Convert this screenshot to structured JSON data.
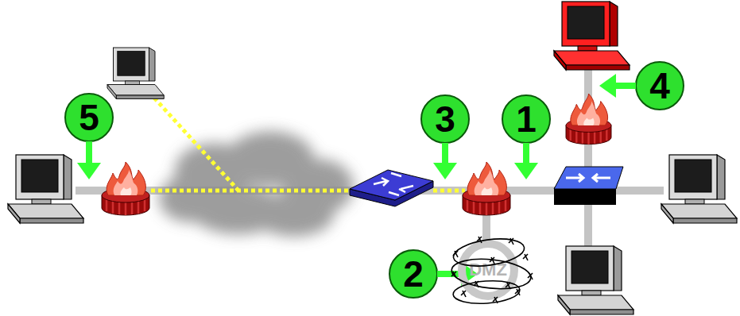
{
  "diagram": {
    "nodes": [
      {
        "text": [
          "DMZ"
        ]
      }
    ],
    "labels": [
      "5",
      "3",
      "1",
      "4",
      "2"
    ]
  }
}
